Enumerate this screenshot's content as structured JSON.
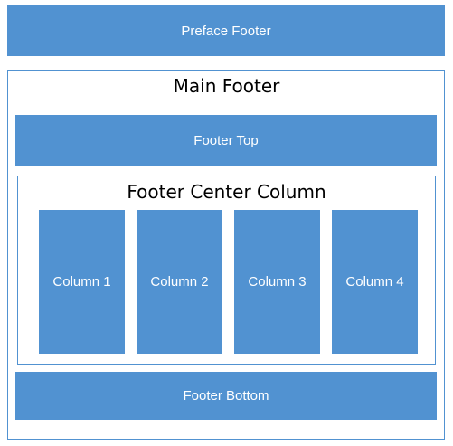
{
  "preface_footer": "Preface Footer",
  "main_footer": {
    "title": "Main Footer",
    "footer_top": "Footer Top",
    "center": {
      "title": "Footer Center Column",
      "columns": [
        "Column 1",
        "Column 2",
        "Column 3",
        "Column 4"
      ]
    },
    "footer_bottom": "Footer Bottom"
  },
  "colors": {
    "block_fill": "#5192d1",
    "frame_border": "#5192d1",
    "block_text": "#ffffff",
    "title_text": "#000000"
  }
}
